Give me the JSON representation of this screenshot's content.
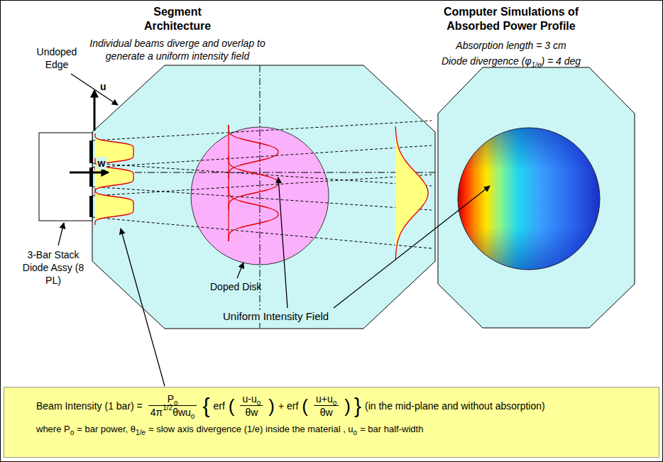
{
  "diagram": {
    "nodes": [
      {
        "text": [
          "Beam Intensity (1 bar) =",
          "P",
          "o",
          "4π",
          "1/2",
          "θwu",
          "o",
          "{",
          "erf",
          "(",
          "u-u",
          "o",
          "θw",
          ")",
          "+ erf",
          "(",
          "u+u",
          "o",
          "θw",
          ")",
          "}",
          "(in the mid-plane and without absorption)",
          "where P",
          "o",
          "= bar power, θ",
          "1/e",
          "= slow axis divergence (1/e) inside the material , u",
          "o",
          "= bar half-width"
        ]
      }
    ],
    "labels": [
      "Segment Architecture",
      "Individual beams diverge and overlap to generate a uniform intensity field",
      "Computer Simulations of Absorbed Power Profile",
      "Absorption length = 3 cm",
      "Diode divergence (φ",
      "1/e",
      ") = 4 deg",
      "Undoped Edge",
      "u",
      "w",
      "3-Bar Stack Diode Assy (8 PL)",
      "Doped Disk",
      "Uniform Intensity Field"
    ]
  }
}
